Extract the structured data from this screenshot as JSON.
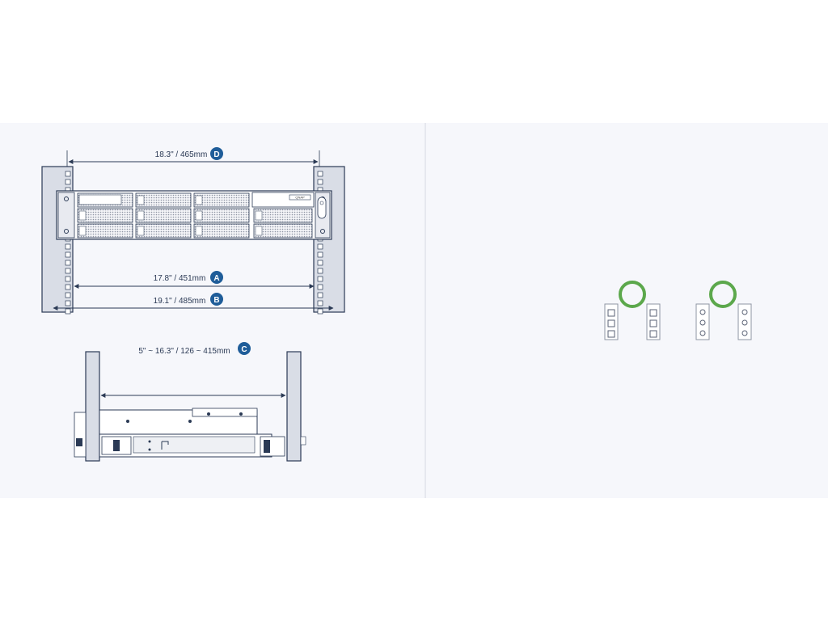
{
  "dimensions": {
    "D": {
      "label": "18.3\" / 465mm",
      "badge": "D"
    },
    "A": {
      "label": "17.8\" / 451mm",
      "badge": "A"
    },
    "B": {
      "label": "19.1\" / 485mm",
      "badge": "B"
    },
    "C": {
      "label": "5\" ~ 16.3\" / 126 ~ 415mm",
      "badge": "C"
    }
  },
  "device": {
    "logo": "QNAP"
  },
  "colors": {
    "line": "#2b3a55",
    "badge": "#1f5d99",
    "ring": "#5ca84c",
    "rail": "#d9dde6"
  },
  "rail_types": [
    {
      "name": "square-hole",
      "hole_shape": "square",
      "compatible": true
    },
    {
      "name": "round-hole",
      "hole_shape": "round",
      "compatible": true
    }
  ]
}
